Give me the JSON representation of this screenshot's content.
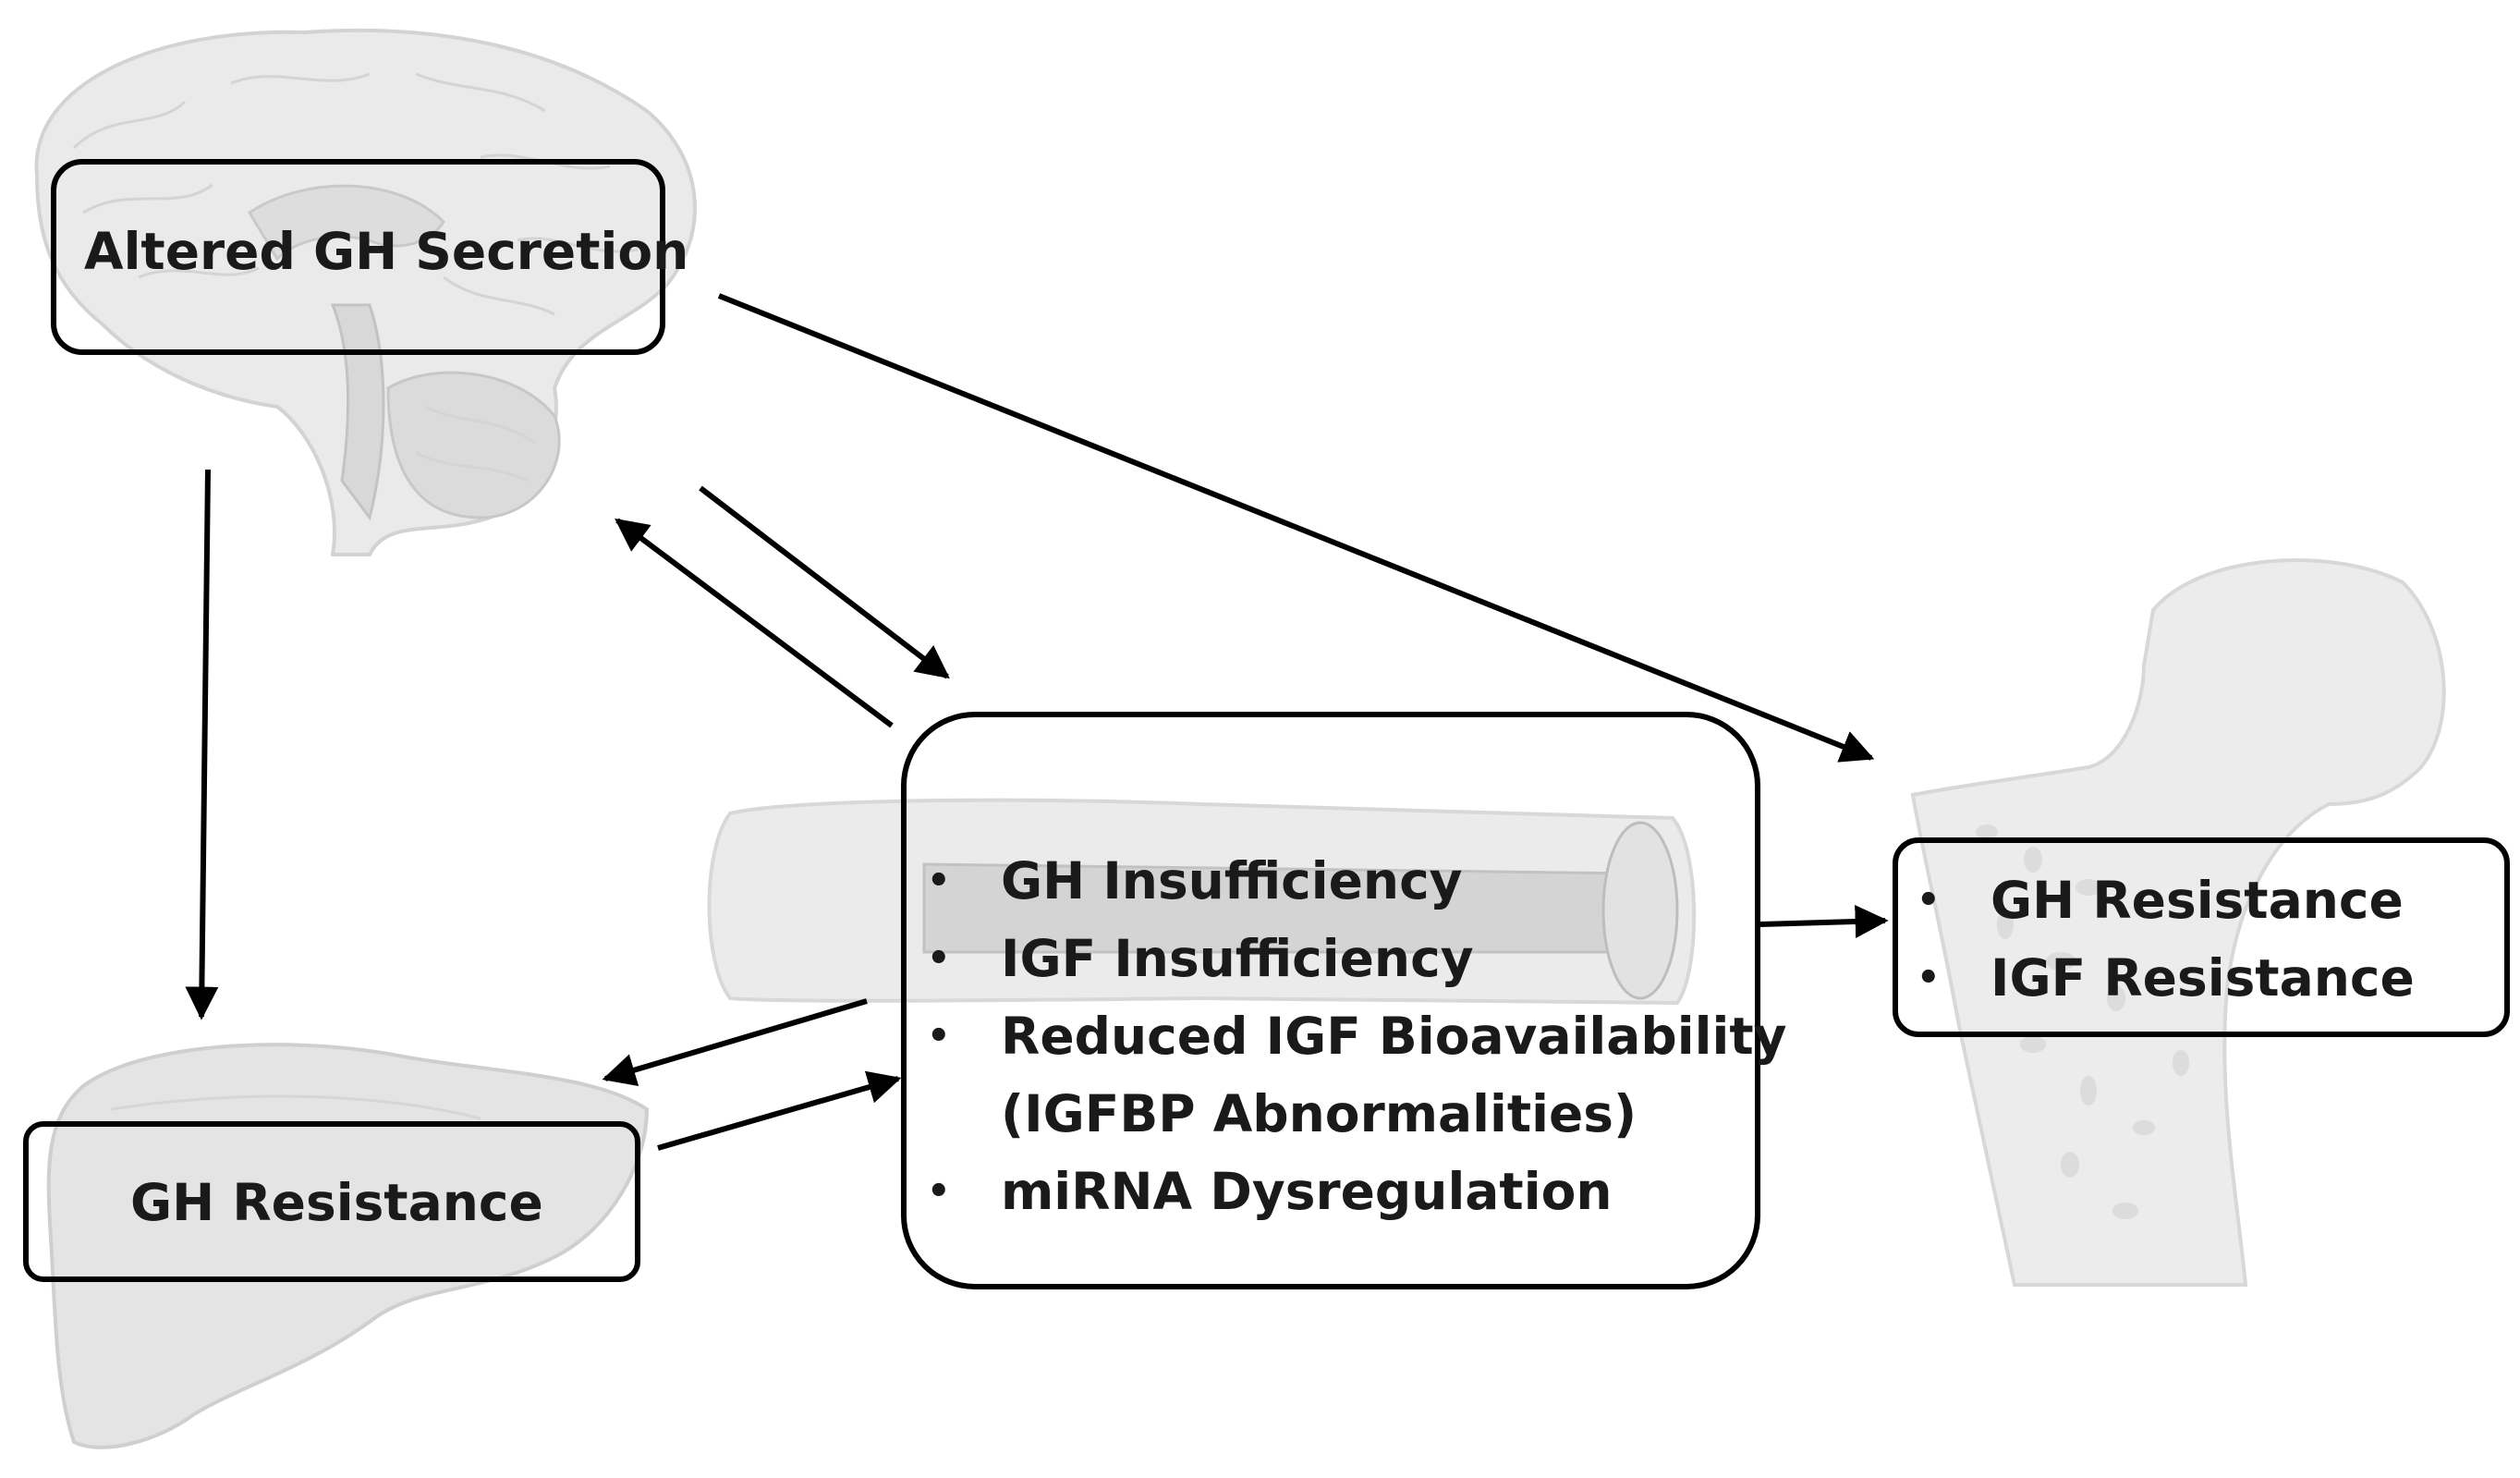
{
  "nodes": {
    "brain": {
      "label": "Altered GH Secretion",
      "organ_icon": "brain-icon"
    },
    "liver": {
      "label": "GH Resistance",
      "organ_icon": "liver-icon"
    },
    "blood": {
      "organ_icon": "blood-vessel-icon",
      "items": [
        "GH Insufficiency",
        "IGF Insufficiency",
        "Reduced  IGF Bioavailability",
        "(IGFBP Abnormalities)",
        "miRNA Dysregulation"
      ],
      "bullet_flags": [
        true,
        true,
        true,
        false,
        true
      ]
    },
    "bone": {
      "organ_icon": "femur-bone-icon",
      "items": [
        "GH Resistance",
        "IGF Resistance"
      ]
    }
  },
  "bullet_char": "•",
  "colors": {
    "border": "#000000",
    "text": "#1a1a1a",
    "organ_fill": "#e6e6e6",
    "organ_stroke": "#d2d2d2"
  }
}
